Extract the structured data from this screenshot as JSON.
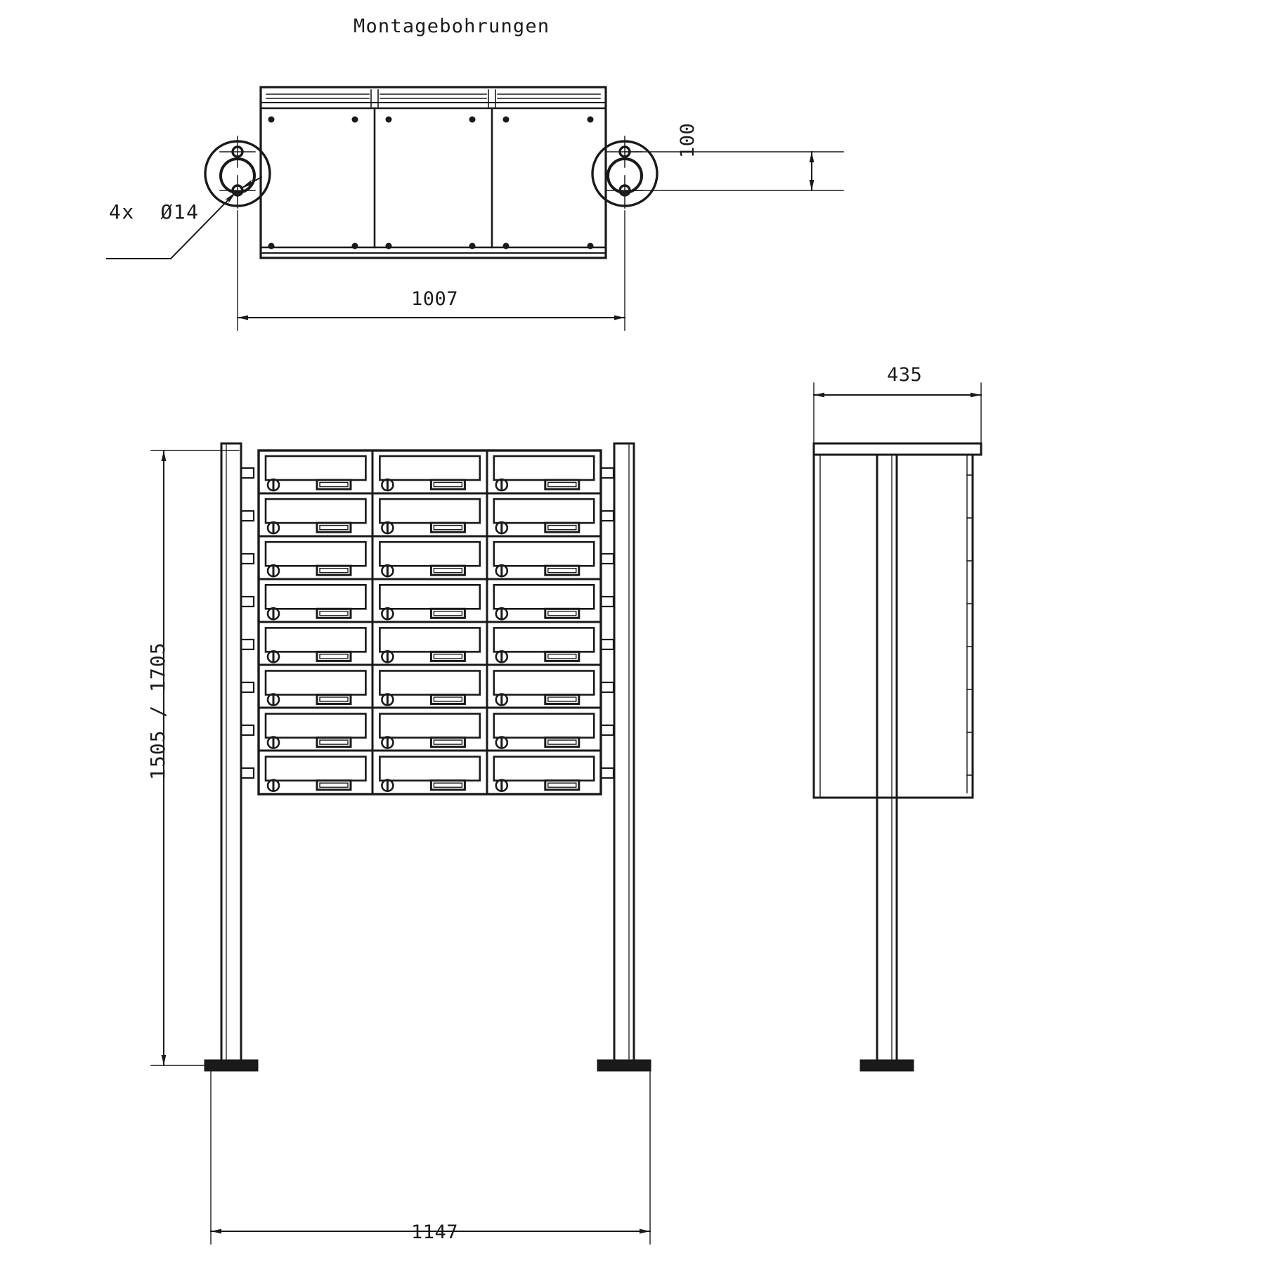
{
  "drawing": {
    "title": "Montagebohrungen",
    "type": "technical-drawing",
    "units": "mm",
    "background_color": "#ffffff",
    "line_color": "#1a1a1a"
  },
  "views": {
    "top_view": {
      "name": "top-view",
      "panel_count": 3,
      "mounting_flanges": 2,
      "screw_dots_per_panel": 4
    },
    "front_view": {
      "name": "front-view",
      "columns": 3,
      "rows": 8,
      "total_boxes": 24,
      "posts": 2,
      "feet": 2
    },
    "side_view": {
      "name": "side-view",
      "posts": 1,
      "feet": 1
    }
  },
  "dimensions": {
    "hole_callout": "4x  Ø14",
    "width_top": "1007",
    "edge_distance": "100",
    "height_range": "1505 / 1705",
    "width_bottom": "1147",
    "depth": "435"
  }
}
